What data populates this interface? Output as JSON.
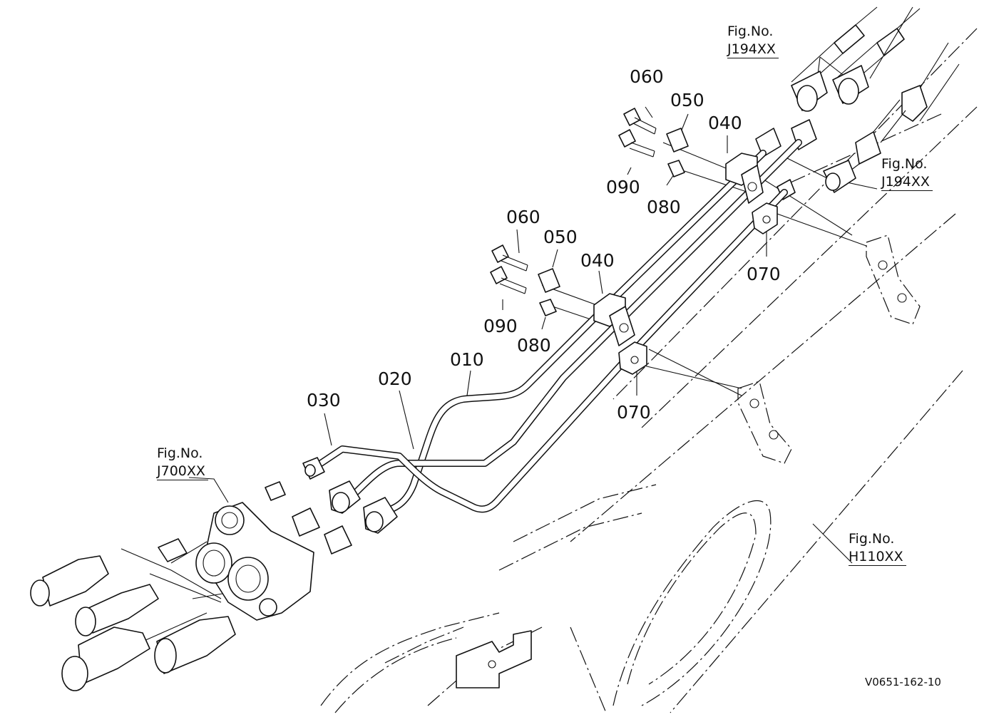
{
  "labels": {
    "p060a": "060",
    "p050a": "050",
    "p040a": "040",
    "p090a": "090",
    "p080a": "080",
    "p070a": "070",
    "p060b": "060",
    "p050b": "050",
    "p040b": "040",
    "p090b": "090",
    "p080b": "080",
    "p070b": "070",
    "p010": "010",
    "p020": "020",
    "p030": "030"
  },
  "figrefs": {
    "top_line1": "Fig.No.",
    "top_line2": "J194XX",
    "right_line1": "Fig.No.",
    "right_line2": "J194XX",
    "left_line1": "Fig.No.",
    "left_line2": "J700XX",
    "bottom_line1": "Fig.No.",
    "bottom_line2": "H110XX"
  },
  "drawing_code": "V0651-162-10"
}
